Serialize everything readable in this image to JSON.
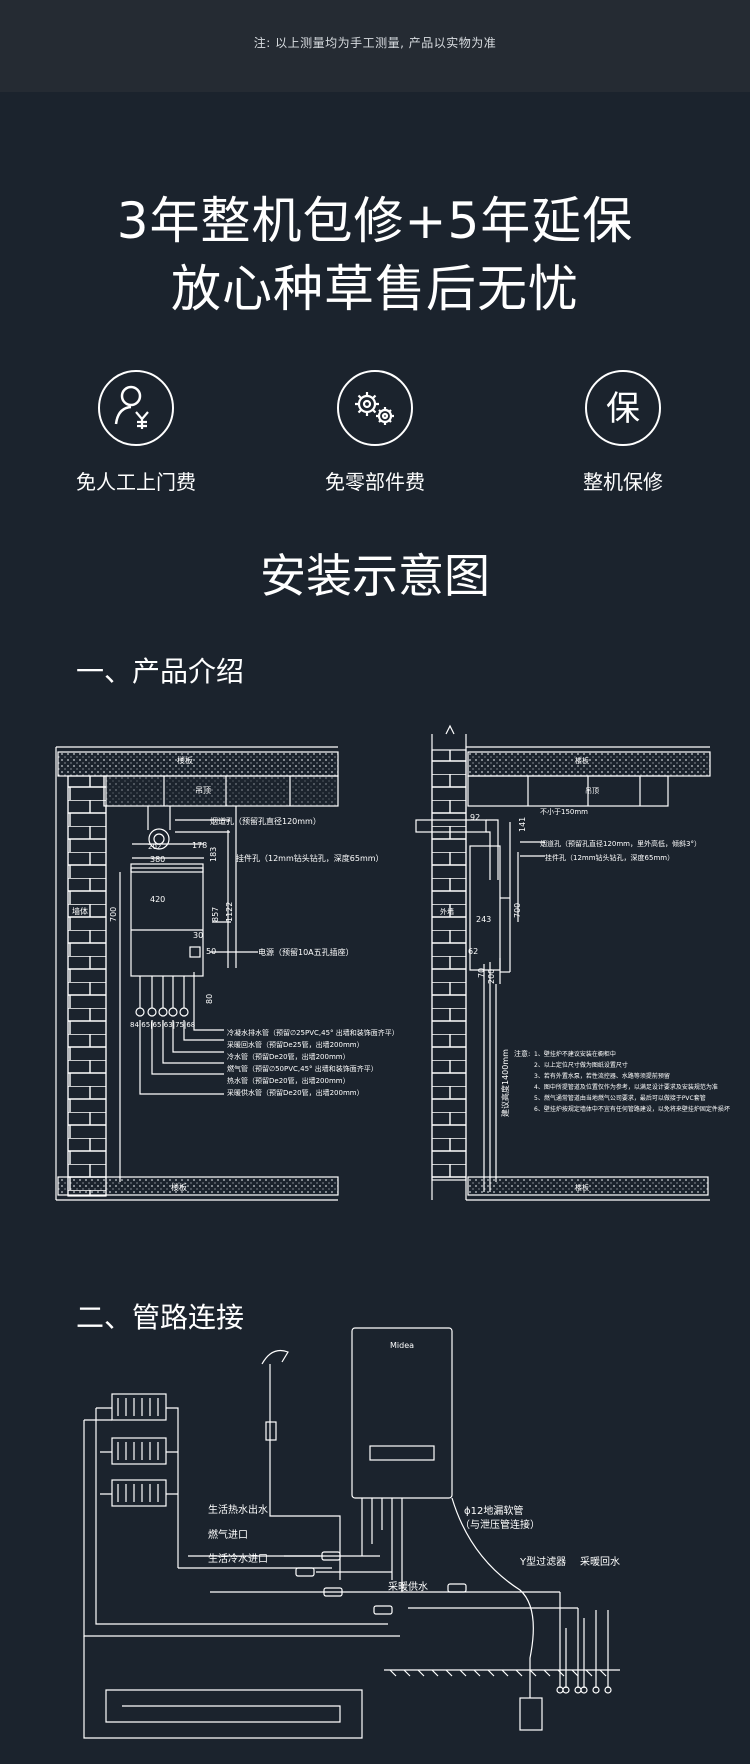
{
  "header": {
    "note": "注: 以上测量均为手工测量, 产品以实物为准"
  },
  "promo": {
    "line1": "3年整机包修+5年延保",
    "line2": "放心种草售后无忧"
  },
  "benefits": [
    {
      "icon": "person-yen-icon",
      "label": "免人工上门费"
    },
    {
      "icon": "gears-icon",
      "label": "免零部件费"
    },
    {
      "icon": "bao-character-icon",
      "label": "整机保修"
    }
  ],
  "install": {
    "title": "安装示意图",
    "section1": "一、产品介绍",
    "section2": "二、管路连接"
  },
  "diagram1": {
    "floor_label": "楼板",
    "ceiling_label": "吊顶",
    "wall_label": "墙体",
    "outer_wall_label": "外墙",
    "flue_label": "烟道孔（预留孔直径120mm）",
    "mount_label": "挂件孔（12mm钻头钻孔，深度65mm）",
    "power_label": "电源（预留10A五孔插座）",
    "pipes": [
      "冷凝水排水管（预留∅25PVC,45° 出墙和装饰面齐平）",
      "采暖回水管（预留De25管，出墙200mm）",
      "冷水管（预留De20管，出墙200mm）",
      "燃气管（预留∅50PVC,45° 出墙和装饰面齐平）",
      "热水管（预留De20管，出墙200mm）",
      "采暖供水管（预留De20管，出墙200mm）"
    ],
    "dims_left": [
      "202",
      "380",
      "420",
      "178",
      "183",
      "857",
      "1122",
      "700",
      "30",
      "50",
      "80"
    ],
    "bottom_dims": "84|65|65|63|75|68",
    "right_flue_label": "烟道孔（预留孔直径120mm，里外高低，倾斜3°）",
    "right_mount_label": "挂件孔（12mm钻头钻孔，深度65mm）",
    "dims_right": [
      "92",
      "141",
      "700",
      "243",
      "62",
      "200",
      "70"
    ],
    "min_dist": "不小于150mm",
    "install_height": "建议高度1400mm",
    "notes_title": "注意:",
    "notes": [
      "1、壁挂炉不建议安装在橱柜中",
      "2、以上定位尺寸做为图纸设置尺寸",
      "3、若有外置水泵，若性流控器、水路等须提前预留",
      "4、图中所提管道及位置仅作为参考，以满足设计要求及安装规范为准",
      "5、燃气通常管道由当地燃气公司要求，最后可以做接于PVC套管",
      "6、壁挂炉按规定墙体中不宜有任何管路建设，以免将来壁挂炉固定件损坏"
    ]
  },
  "diagram2": {
    "brand": "Midea",
    "leak_pipe": "ϕ12地漏软管",
    "leak_pipe2": "（与泄压管连接）",
    "hot_out": "生活热水出水",
    "gas_in": "燃气进口",
    "cold_in": "生活冷水进口",
    "heat_supply": "采暖供水",
    "filter": "Y型过滤器",
    "heat_return": "采暖回水"
  }
}
